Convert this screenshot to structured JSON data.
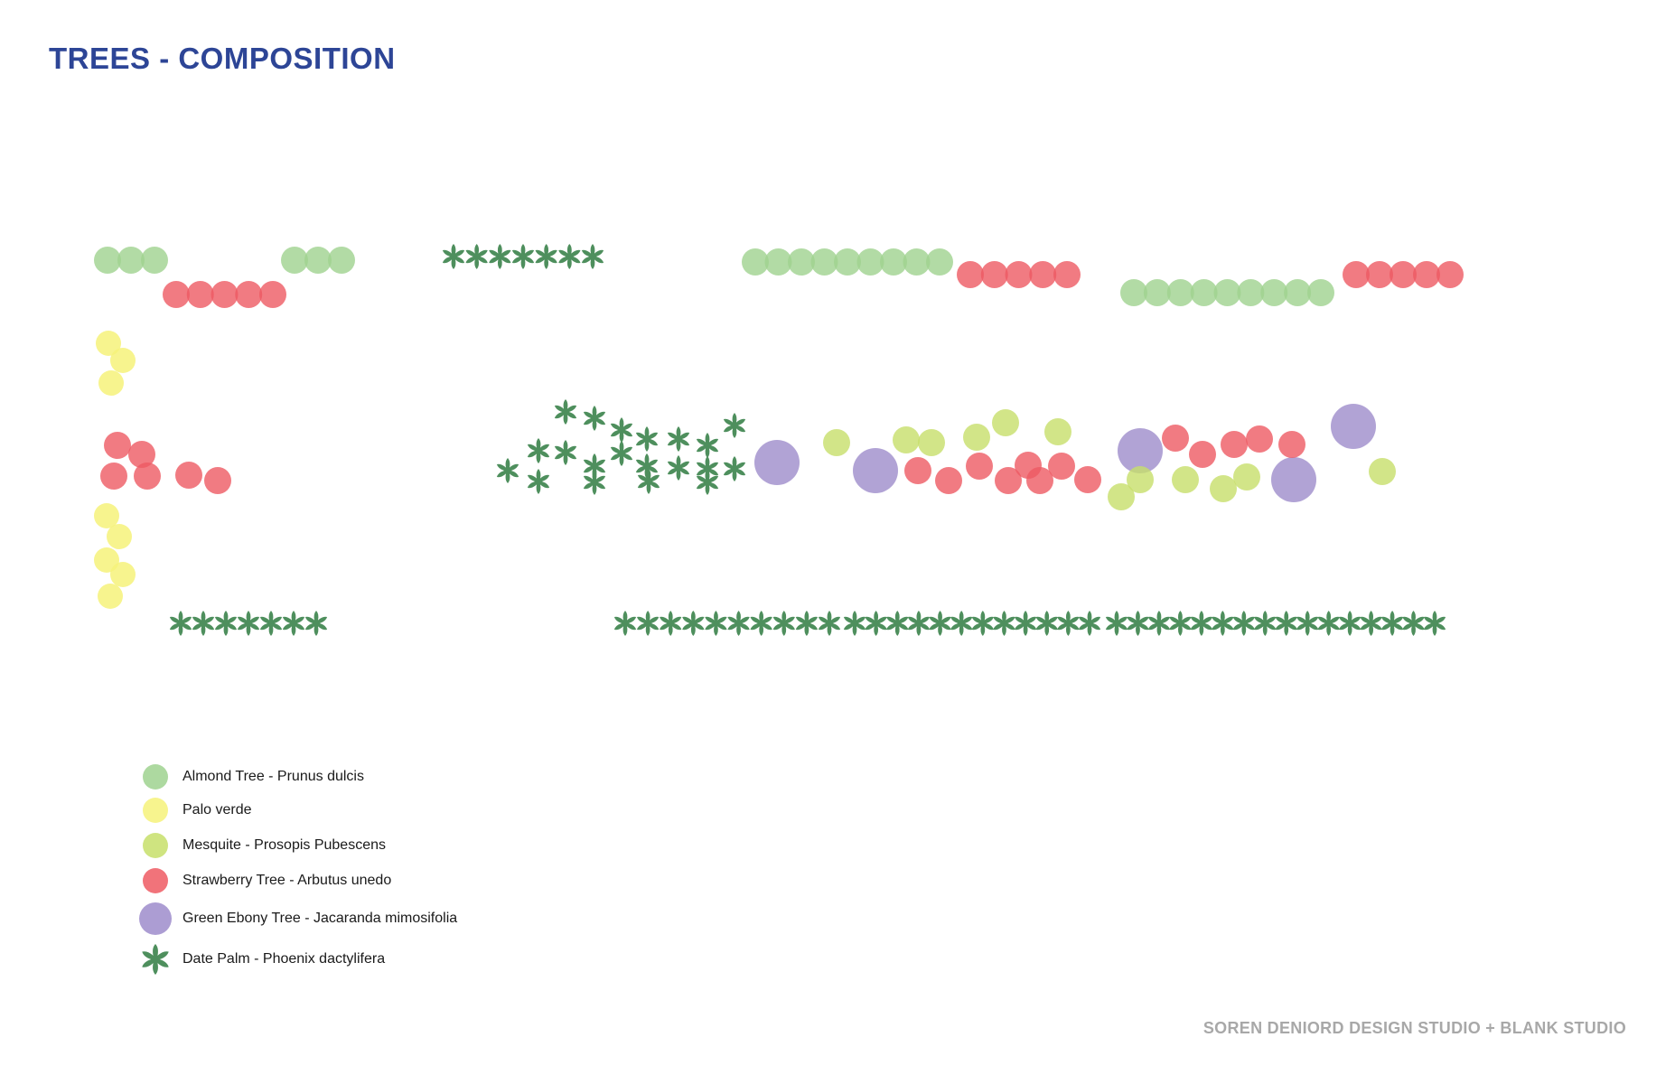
{
  "title": "TREES - COMPOSITION",
  "credit": "SOREN DENIORD DESIGN STUDIO  + BLANK STUDIO",
  "species": {
    "almond": {
      "label": "Almond Tree - Prunus dulcis",
      "color": "#9fd28f",
      "icon": "circle"
    },
    "palo": {
      "label": "Palo verde",
      "color": "#f6f27a",
      "icon": "circle"
    },
    "mesquite": {
      "label": "Mesquite - Prosopis Pubescens",
      "color": "#c7df6a",
      "icon": "circle"
    },
    "strawberry": {
      "label": "Strawberry Tree - Arbutus unedo",
      "color": "#ee5a63",
      "icon": "circle"
    },
    "ebony": {
      "label": "Green Ebony Tree - Jacaranda mimosifolia",
      "color": "#9d8ccb",
      "icon": "large-circle"
    },
    "palm": {
      "label": "Date Palm - Phoenix dactylifera",
      "color": "#4e8f5d",
      "icon": "star-palm"
    }
  },
  "legend_order": [
    "almond",
    "palo",
    "mesquite",
    "strawberry",
    "ebony",
    "palm"
  ]
}
